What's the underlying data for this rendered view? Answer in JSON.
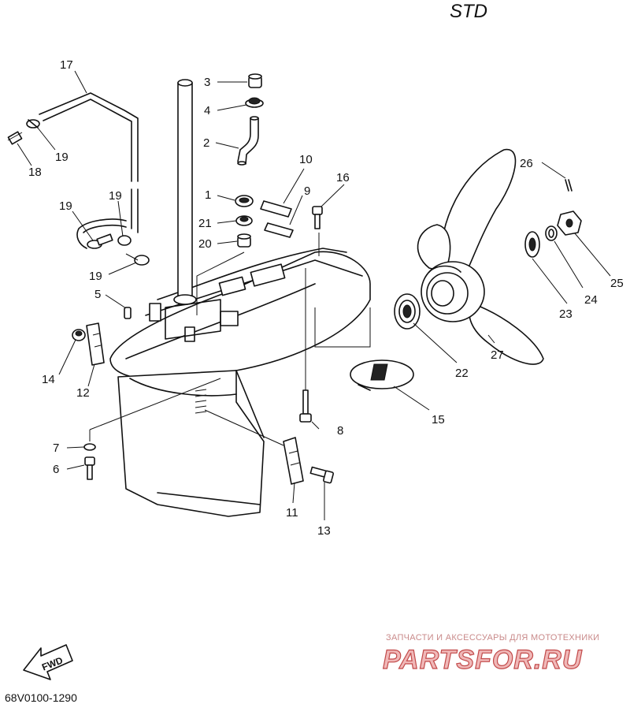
{
  "header": {
    "variant_label": "STD"
  },
  "footer": {
    "diagram_code": "68V0100-1290"
  },
  "fwd_arrow": {
    "label": "FWD"
  },
  "watermark": {
    "tagline": "ЗАПЧАСТИ И АКСЕССУАРЫ ДЛЯ МОТОТЕХНИКИ",
    "brand": "PARTSFOR.RU"
  },
  "callouts": {
    "c1": "1",
    "c2": "2",
    "c3": "3",
    "c4": "4",
    "c5": "5",
    "c6": "6",
    "c7": "7",
    "c8": "8",
    "c9": "9",
    "c10": "10",
    "c11": "11",
    "c12": "12",
    "c13": "13",
    "c14": "14",
    "c15": "15",
    "c16": "16",
    "c17": "17",
    "c18": "18",
    "c19a": "19",
    "c19b": "19",
    "c19c": "19",
    "c19d": "19",
    "c20": "20",
    "c21": "21",
    "c22": "22",
    "c23": "23",
    "c24": "24",
    "c25": "25",
    "c26": "26",
    "c27": "27"
  }
}
